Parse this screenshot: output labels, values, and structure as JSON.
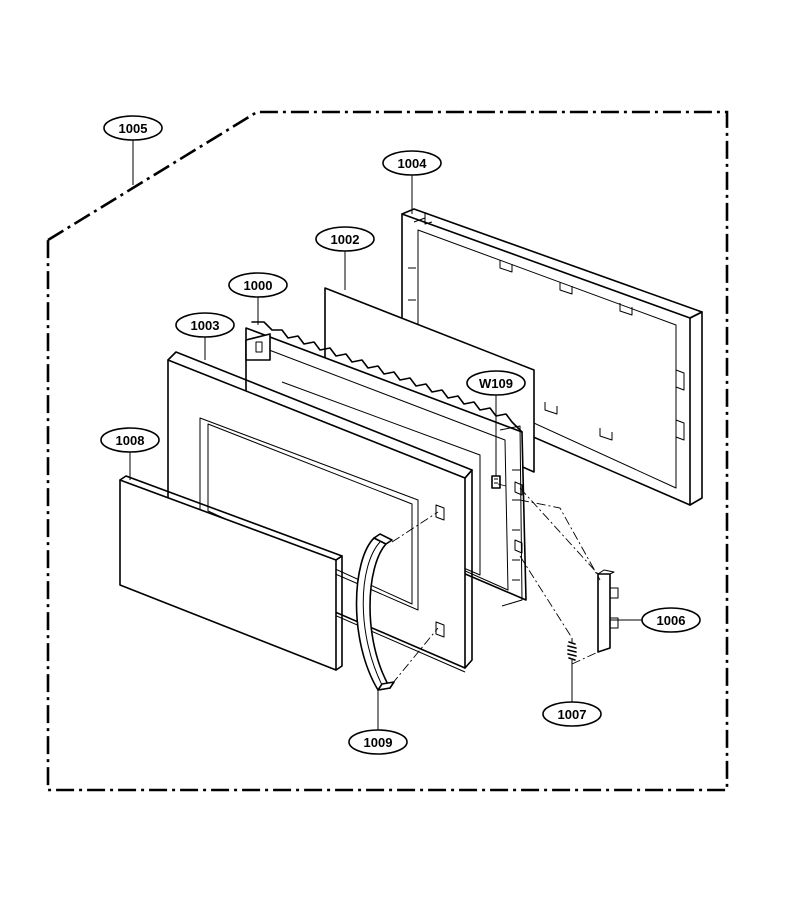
{
  "labels": {
    "l1005": "1005",
    "l1004": "1004",
    "l1002": "1002",
    "l1000": "1000",
    "l1003": "1003",
    "lW109": "W109",
    "l1008": "1008",
    "l1006": "1006",
    "l1007": "1007",
    "l1009": "1009"
  }
}
